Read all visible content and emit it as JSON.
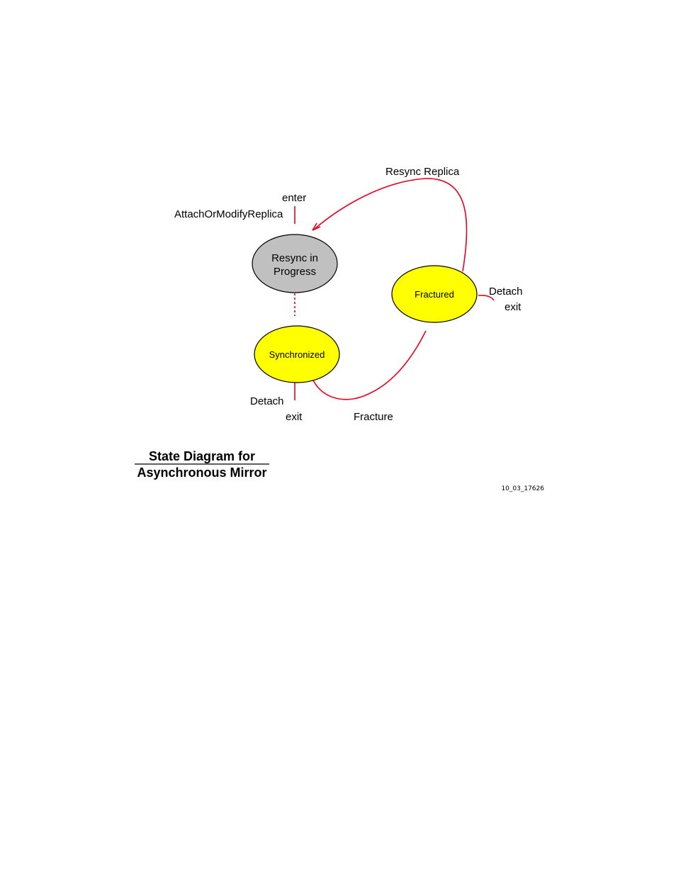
{
  "colors": {
    "transition": "#e8001c",
    "state_active": "#ffff00",
    "state_progress": "#c0c0c0",
    "outline": "#000000"
  },
  "states": {
    "resync": {
      "line1": "Resync in",
      "line2": "Progress"
    },
    "fractured": {
      "label": "Fractured"
    },
    "synchronized": {
      "label": "Synchronized"
    }
  },
  "labels": {
    "enter": "enter",
    "attach": "AttachOrModifyReplica",
    "resync_replica": "Resync Replica",
    "detach_fractured": "Detach",
    "exit_fractured": "exit",
    "detach_sync": "Detach",
    "exit_sync": "exit",
    "fracture": "Fracture"
  },
  "caption": {
    "line1": "State Diagram for",
    "line2": "Asynchronous Mirror"
  },
  "figure_id": "10_03_17626"
}
